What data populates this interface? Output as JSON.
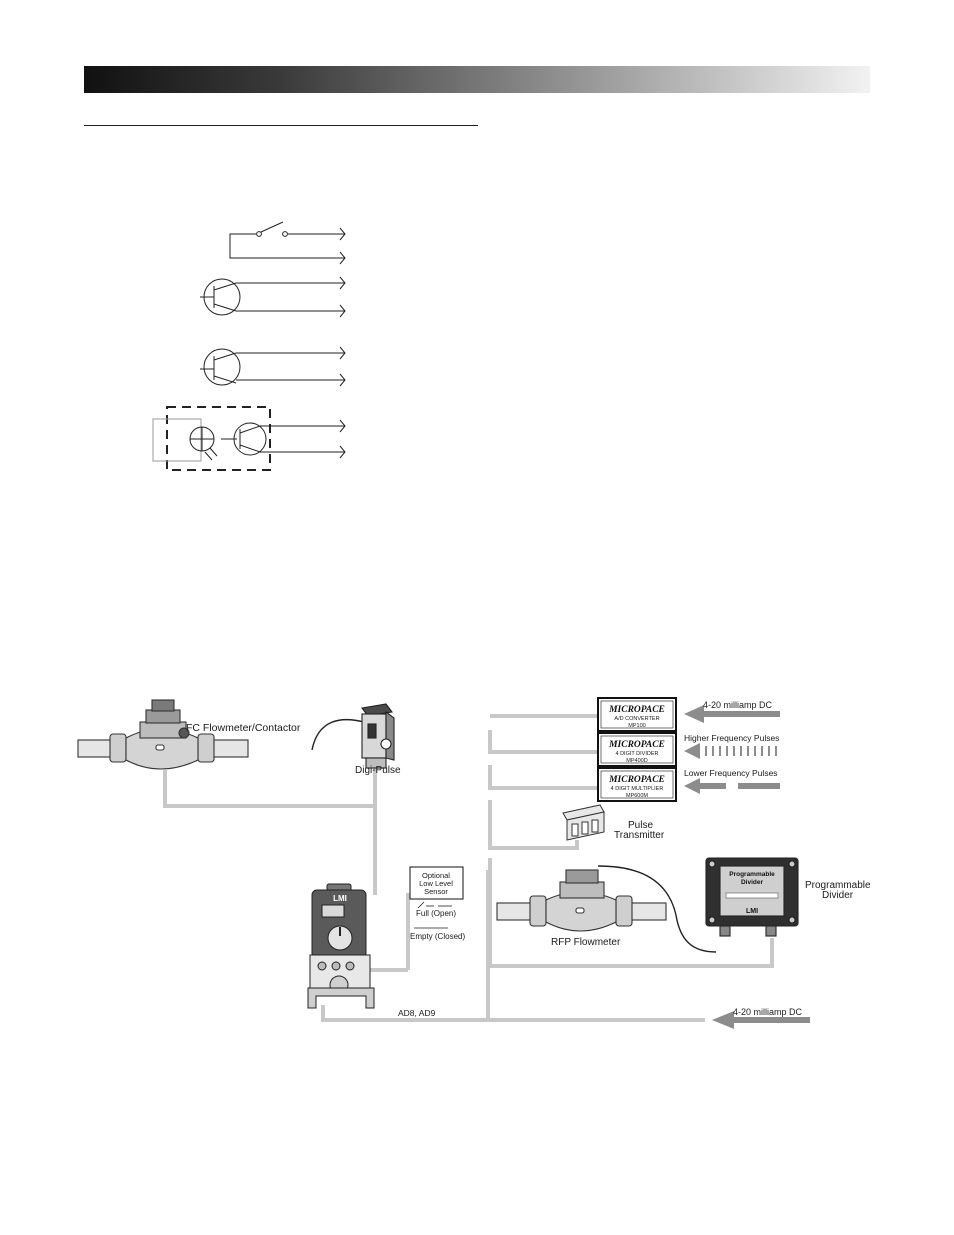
{
  "diagram": {
    "labels": {
      "fc_flowmeter": "FC Flowmeter/Contactor",
      "digi_pulse": "Digi-Pulse",
      "micropace_brand": "MICROPACE",
      "mp100_line1": "A/D CONVERTER",
      "mp100_line2": "MP100",
      "mp400d_line1": "4 DIGIT DIVIDER",
      "mp400d_line2": "MP400D",
      "mp600m_line1": "4 DIGIT MULTIPLIER",
      "mp600m_line2": "MP600M",
      "milliamp_top": "4-20 milliamp DC",
      "higher_freq": "Higher Frequency Pulses",
      "lower_freq": "Lower Frequency Pulses",
      "pulse_transmitter_1": "Pulse",
      "pulse_transmitter_2": "Transmitter",
      "sensor_1": "Optional",
      "sensor_2": "Low Level",
      "sensor_3": "Sensor",
      "full_open": "Full (Open)",
      "empty_closed": "Empty (Closed)",
      "rfp_flowmeter": "RFP Flowmeter",
      "prog_divider_1": "Programmable",
      "prog_divider_2": "Divider",
      "box_prog_1": "Programmable",
      "box_prog_2": "Divider",
      "box_brand": "LMI",
      "pump_brand": "LMI",
      "ad_models": "AD8, AD9",
      "milliamp_bottom": "4-20 milliamp DC"
    }
  },
  "colors": {
    "wire": "#c8c8c8",
    "line": "#222222",
    "arrow": "#8c8c8c"
  }
}
